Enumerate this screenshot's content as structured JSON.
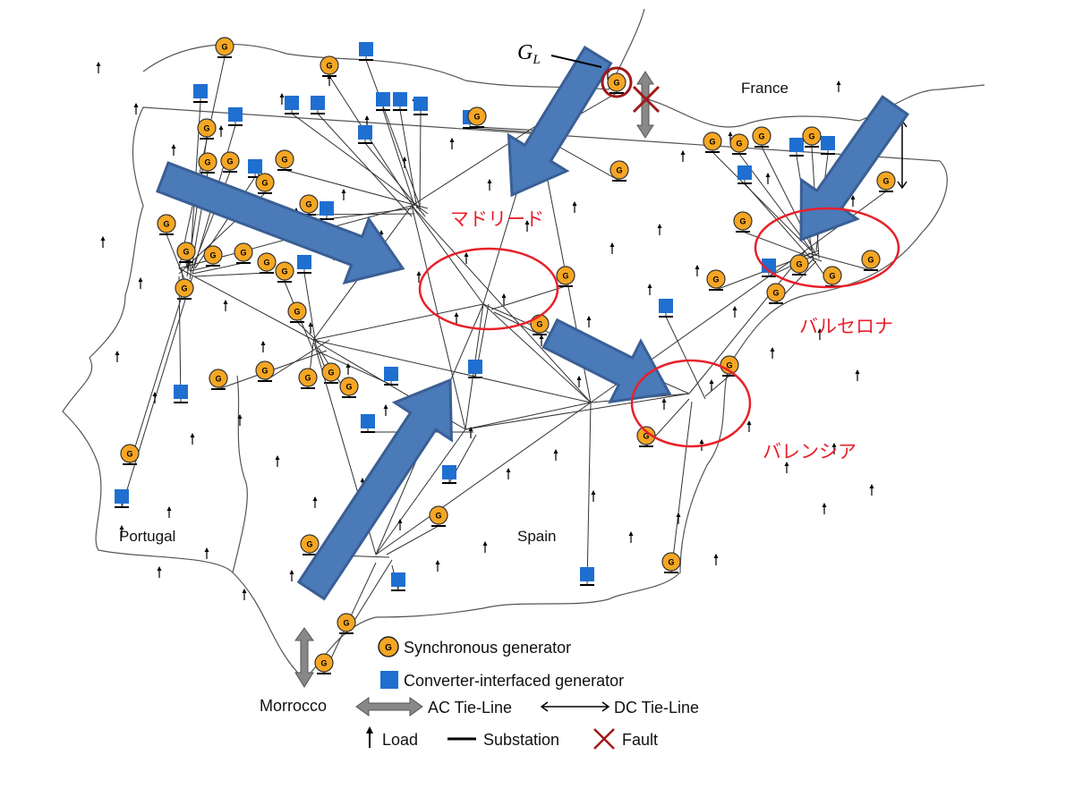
{
  "map": {
    "regions": {
      "france": "France",
      "spain": "Spain",
      "portugal": "Portugal",
      "morocco": "Morrocco"
    },
    "gl_label": {
      "main": "G",
      "sub": "L"
    },
    "highlights": {
      "madrid": "マドリード",
      "barcelona": "バルセロナ",
      "valencia": "バレンシア"
    },
    "generator_glyph": "G"
  },
  "legend": {
    "sync_gen": "Synchronous generator",
    "conv_gen": "Converter-interfaced generator",
    "ac_tie": "AC Tie-Line",
    "dc_tie": "DC Tie-Line",
    "load": "Load",
    "substation": "Substation",
    "fault": "Fault"
  },
  "colors": {
    "generator": "#f5a623",
    "converter": "#1f6fd1",
    "arrow": "#4a7ab8",
    "highlight": "#e8202a",
    "fault": "#a01818"
  }
}
